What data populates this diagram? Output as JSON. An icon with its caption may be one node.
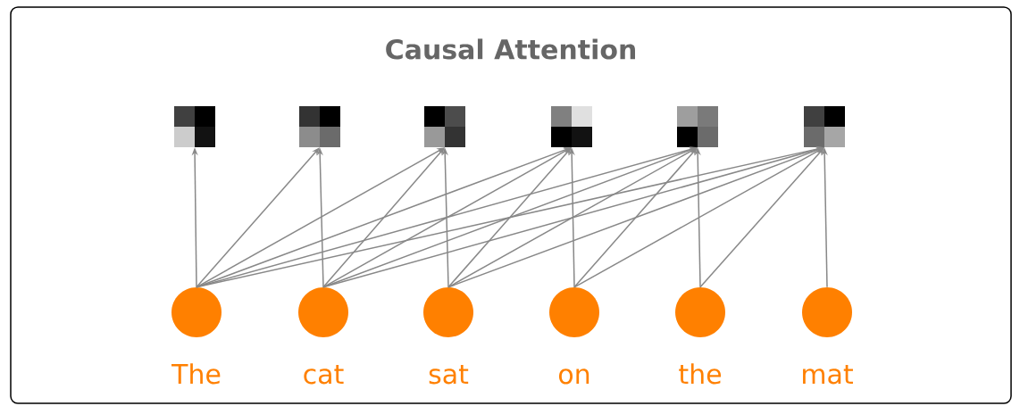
{
  "diagram": {
    "title": "Causal Attention",
    "nodes": [
      {
        "text": [
          "The"
        ]
      },
      {
        "text": [
          "cat"
        ]
      },
      {
        "text": [
          "sat"
        ]
      },
      {
        "text": [
          "on"
        ]
      },
      {
        "text": [
          "the"
        ]
      },
      {
        "text": [
          "mat"
        ]
      },
      {
        "text": [],
        "shape": "box"
      },
      {
        "text": [],
        "shape": "box"
      },
      {
        "text": [],
        "shape": "box"
      },
      {
        "text": [],
        "shape": "box"
      },
      {
        "text": [],
        "shape": "box"
      },
      {
        "text": [],
        "shape": "box"
      }
    ],
    "edges": [
      {
        "from": 0,
        "to": 6,
        "arrow": "to"
      },
      {
        "from": 0,
        "to": 7,
        "arrow": "to"
      },
      {
        "from": 0,
        "to": 8,
        "arrow": "to"
      },
      {
        "from": 0,
        "to": 9,
        "arrow": "to"
      },
      {
        "from": 0,
        "to": 10,
        "arrow": "to"
      },
      {
        "from": 0,
        "to": 11,
        "arrow": "to"
      },
      {
        "from": 1,
        "to": 7,
        "arrow": "to"
      },
      {
        "from": 1,
        "to": 8,
        "arrow": "to"
      },
      {
        "from": 1,
        "to": 9,
        "arrow": "to"
      },
      {
        "from": 1,
        "to": 10,
        "arrow": "to"
      },
      {
        "from": 1,
        "to": 11,
        "arrow": "to"
      },
      {
        "from": 2,
        "to": 8,
        "arrow": "to"
      },
      {
        "from": 2,
        "to": 9,
        "arrow": "to"
      },
      {
        "from": 2,
        "to": 10,
        "arrow": "to"
      },
      {
        "from": 2,
        "to": 11,
        "arrow": "to"
      },
      {
        "from": 3,
        "to": 9,
        "arrow": "to"
      },
      {
        "from": 3,
        "to": 10,
        "arrow": "to"
      },
      {
        "from": 3,
        "to": 11,
        "arrow": "to"
      },
      {
        "from": 4,
        "to": 10,
        "arrow": "to"
      },
      {
        "from": 4,
        "to": 11,
        "arrow": "to"
      },
      {
        "from": 5,
        "to": 11,
        "arrow": "to"
      }
    ]
  }
}
